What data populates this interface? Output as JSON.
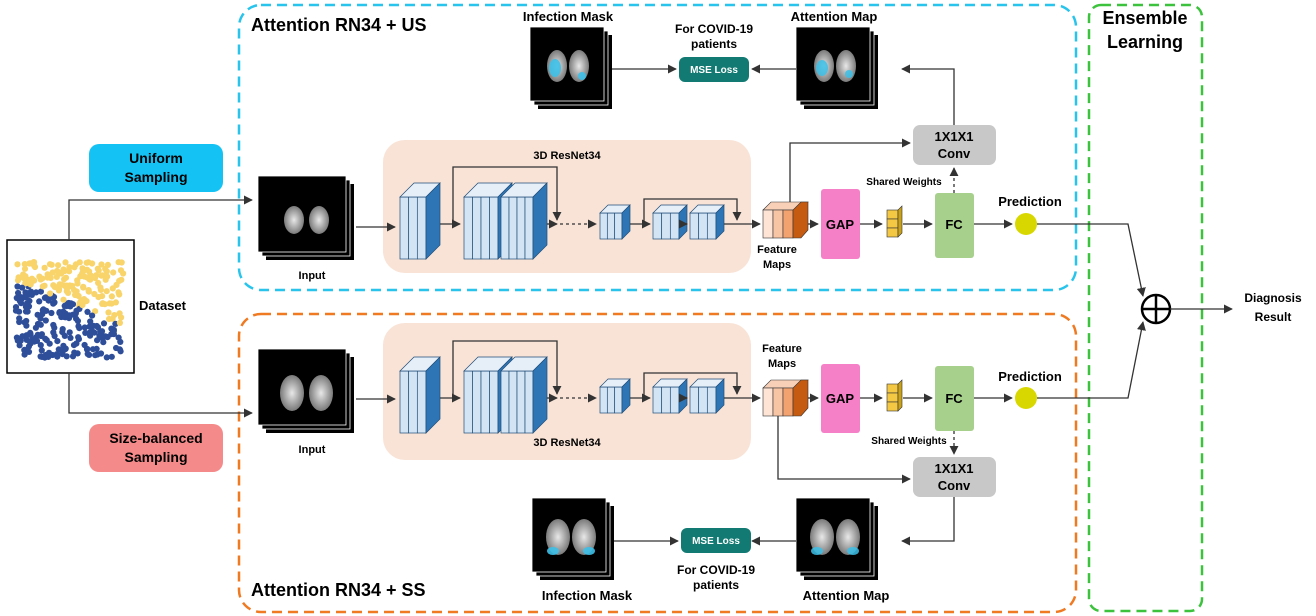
{
  "sampling": {
    "uniform": [
      "Uniform",
      "Sampling"
    ],
    "size_balanced": [
      "Size-balanced",
      "Sampling"
    ]
  },
  "dataset_label": "Dataset",
  "top": {
    "title": "Attention RN34 + US",
    "infection_mask": "Infection Mask",
    "attention_map": "Attention Map",
    "covid_note": [
      "For COVID-19",
      "patients"
    ],
    "mse_loss": "MSE Loss",
    "conv": [
      "1X1X1",
      "Conv"
    ],
    "resnet": "3D ResNet34",
    "input": "Input",
    "feature_maps": [
      "Feature",
      "Maps"
    ],
    "gap": "GAP",
    "fc": "FC",
    "shared_weights": "Shared Weights",
    "prediction": "Prediction"
  },
  "bottom": {
    "title": "Attention RN34 + SS",
    "infection_mask": "Infection Mask",
    "attention_map": "Attention Map",
    "covid_note": [
      "For COVID-19",
      "patients"
    ],
    "mse_loss": "MSE Loss",
    "conv": [
      "1X1X1",
      "Conv"
    ],
    "resnet": "3D ResNet34",
    "input": "Input",
    "feature_maps": [
      "Feature",
      "Maps"
    ],
    "gap": "GAP",
    "fc": "FC",
    "shared_weights": "Shared Weights",
    "prediction": "Prediction"
  },
  "ensemble": [
    "Ensemble",
    "Learning"
  ],
  "diagnosis": [
    "Diagnosis",
    "Result"
  ],
  "colors": {
    "cyan_border": "#29c4ec",
    "orange_border": "#f07a22",
    "green_border": "#3dc23d",
    "uniform_box": "#14c2f4",
    "sizebal_box": "#f58a8a",
    "resnet_bg": "#f9e3d6",
    "block_light": "#d3e4f4",
    "block_dark": "#2e75b6",
    "gap": "#f580c8",
    "fc": "#a7d08c",
    "conv": "#c8c8c8",
    "mse": "#127a72",
    "prediction": "#d8d800",
    "yellow_pts": "#f8d46a",
    "blue_pts": "#2e4e9a"
  }
}
